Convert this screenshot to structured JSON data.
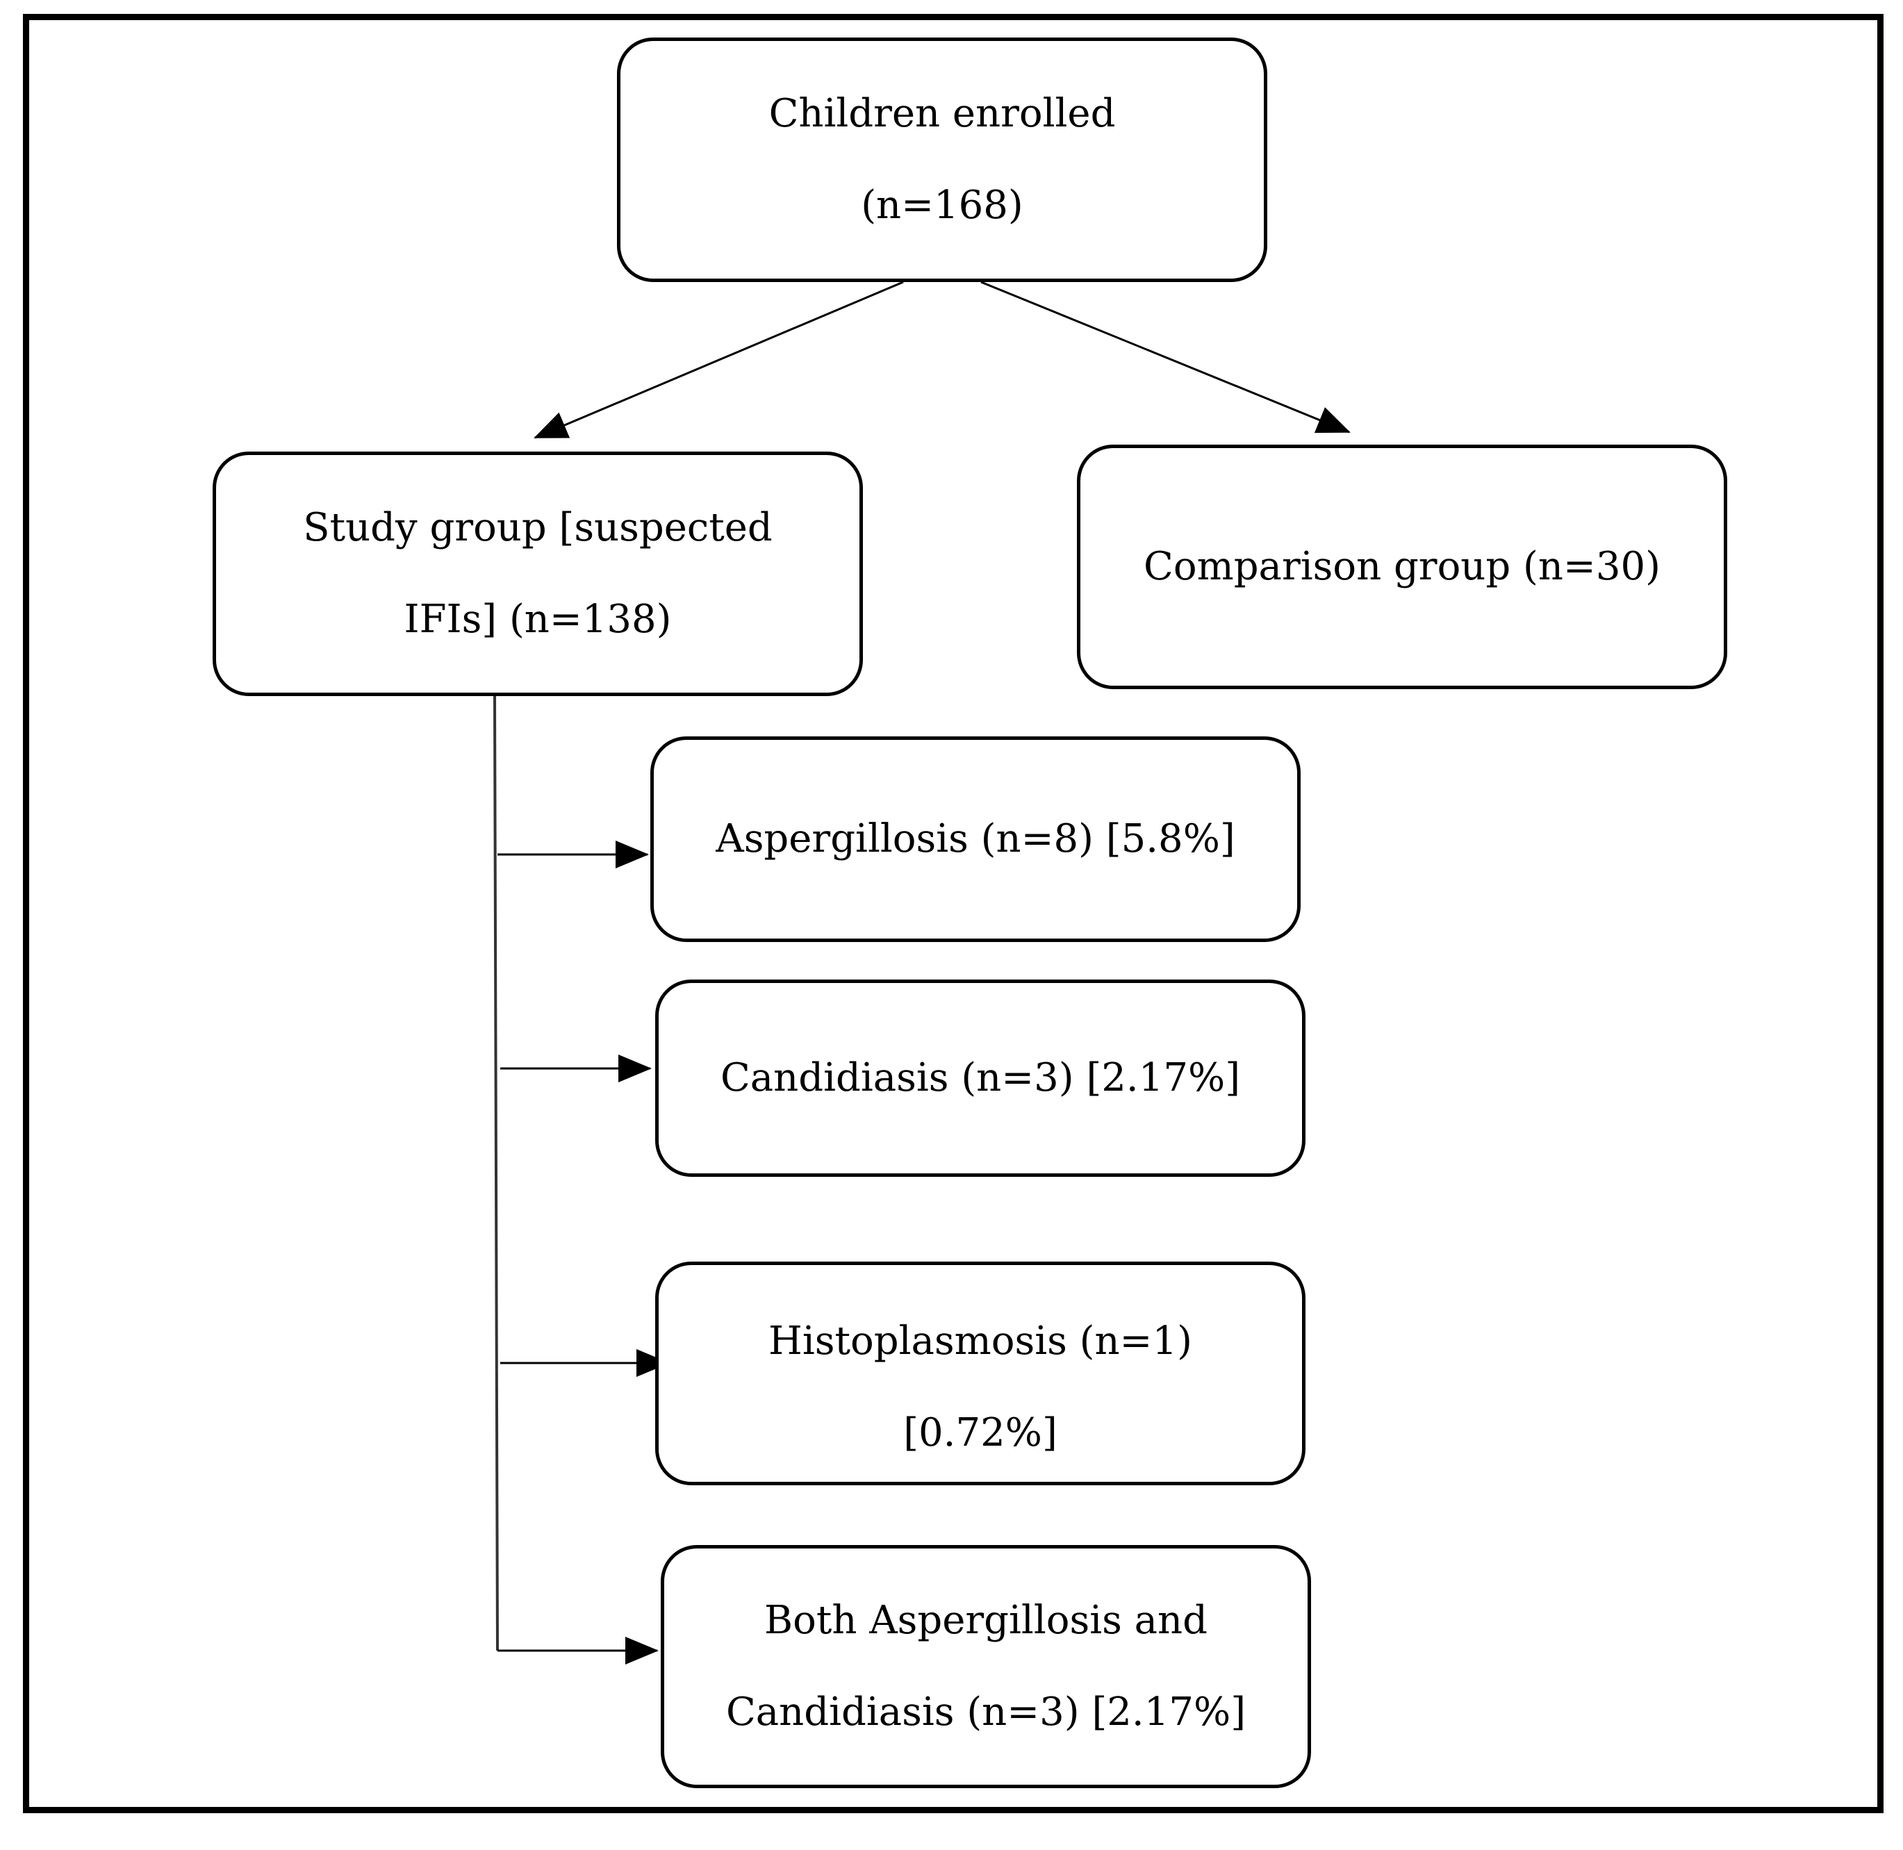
{
  "diagram": {
    "root": {
      "line1": "Children enrolled",
      "line2": "(n=168)"
    },
    "study_group": {
      "line1": "Study group [suspected",
      "line2": "IFIs] (n=138)"
    },
    "comparison_group": {
      "label": "Comparison group (n=30)"
    },
    "outcomes": {
      "aspergillosis": "Aspergillosis (n=8) [5.8%]",
      "candidiasis": "Candidiasis (n=3) [2.17%]",
      "histoplasmosis": {
        "line1": "Histoplasmosis (n=1)",
        "line2": "[0.72%]"
      },
      "both": {
        "line1": "Both Aspergillosis and",
        "line2": "Candidiasis (n=3) [2.17%]"
      }
    },
    "colors": {
      "stroke": "#000000",
      "background": "#ffffff"
    }
  }
}
